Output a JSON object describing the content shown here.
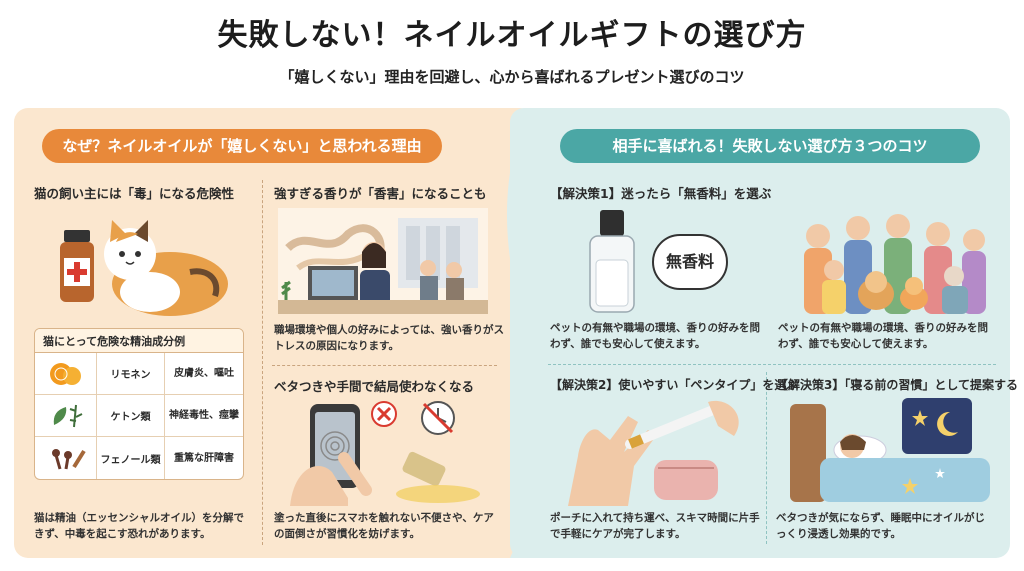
{
  "header": {
    "title": "失敗しない！ネイルオイルギフトの選び方",
    "subtitle": "「嬉しくない」理由を回避し、心から喜ばれるプレゼント選びのコツ"
  },
  "left_section": {
    "pill": "なぜ？ネイルオイルが「嬉しくない」と思われる理由",
    "cat": {
      "heading": "猫の飼い主には「毒」になる危険性",
      "table_title": "猫にとって危険な精油成分例",
      "rows": [
        {
          "icon": "orange-icon",
          "name": "リモネン",
          "effect": "皮膚炎、嘔吐"
        },
        {
          "icon": "herb-icon",
          "name": "ケトン類",
          "effect": "神経毒性、痙攣"
        },
        {
          "icon": "clove-icon",
          "name": "フェノール類",
          "effect": "重篤な肝障害"
        }
      ],
      "note": "猫は精油（エッセンシャルオイル）を分解できず、中毒を起こす恐れがあります。"
    },
    "scent": {
      "heading": "強すぎる香りが「香害」になることも",
      "text": "職場環境や個人の好みによっては、強い香りがストレスの原因になります。"
    },
    "sticky": {
      "heading": "ベタつきや手間で結局使わなくなる",
      "text": "塗った直後にスマホを触れない不便さや、ケアの面倒さが習慣化を妨げます。"
    }
  },
  "right_section": {
    "pill": "相手に喜ばれる！失敗しない選び方３つのコツ",
    "tip1": {
      "heading": "【解決策1】迷ったら「無香料」を選ぶ",
      "bubble": "無香料",
      "text": "ペットの有無や職場の環境、香りの好みを問わず、誰でも安心して使えます。",
      "text2": "ペットの有無や職場の環境、香りの好みを問わず、誰でも安心して使えます。"
    },
    "tip2": {
      "heading": "【解決策2】使いやすい「ペンタイプ」を選ぶ",
      "text": "ポーチに入れて持ち運べ、スキマ時間に片手で手軽にケアが完了します。"
    },
    "tip3": {
      "heading": "【解決策3】「寝る前の習慣」として提案する",
      "text": "ベタつきが気にならず、睡眠中にオイルがじっくり浸透し効果的です。"
    }
  },
  "colors": {
    "left_bg": "#fbe7cf",
    "right_bg": "#dceeed",
    "orange_accent": "#e8893a",
    "teal_accent": "#4ba7a5"
  }
}
